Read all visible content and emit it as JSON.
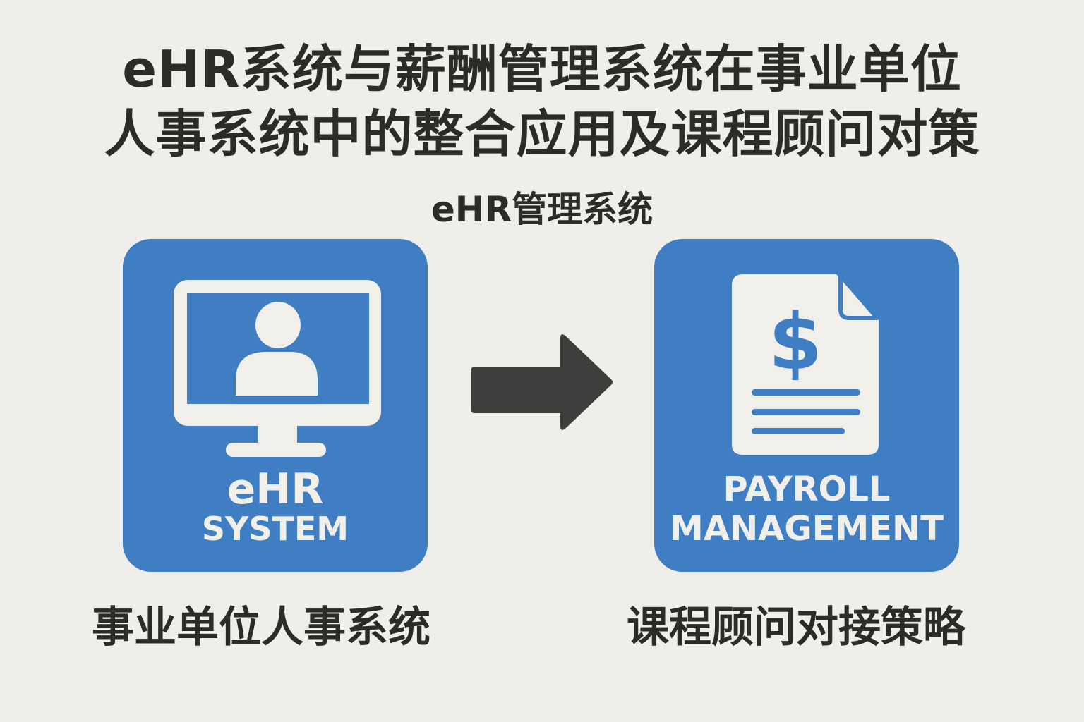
{
  "title": {
    "line1": "eHR系统与薪酬管理系统在事业单位",
    "line2": "人事系统中的整合应用及课程顾问对策"
  },
  "subtitle": "eHR管理系统",
  "left_card": {
    "icon": "monitor-user-icon",
    "label_line1": "eHR",
    "label_line2": "SYSTEM",
    "caption": "事业单位人事系统"
  },
  "right_card": {
    "icon": "payroll-document-dollar-icon",
    "label_line1": "PAYROLL",
    "label_line2": "MANAGEMENT",
    "caption": "课程顾问对接策略"
  },
  "connector": {
    "icon": "right-arrow-icon"
  },
  "colors": {
    "background": "#efeeea",
    "card_blue": "#3f7ec3",
    "icon_white": "#f1efea",
    "text_dark": "#2b2b29",
    "arrow_dark": "#3d3f3d"
  }
}
